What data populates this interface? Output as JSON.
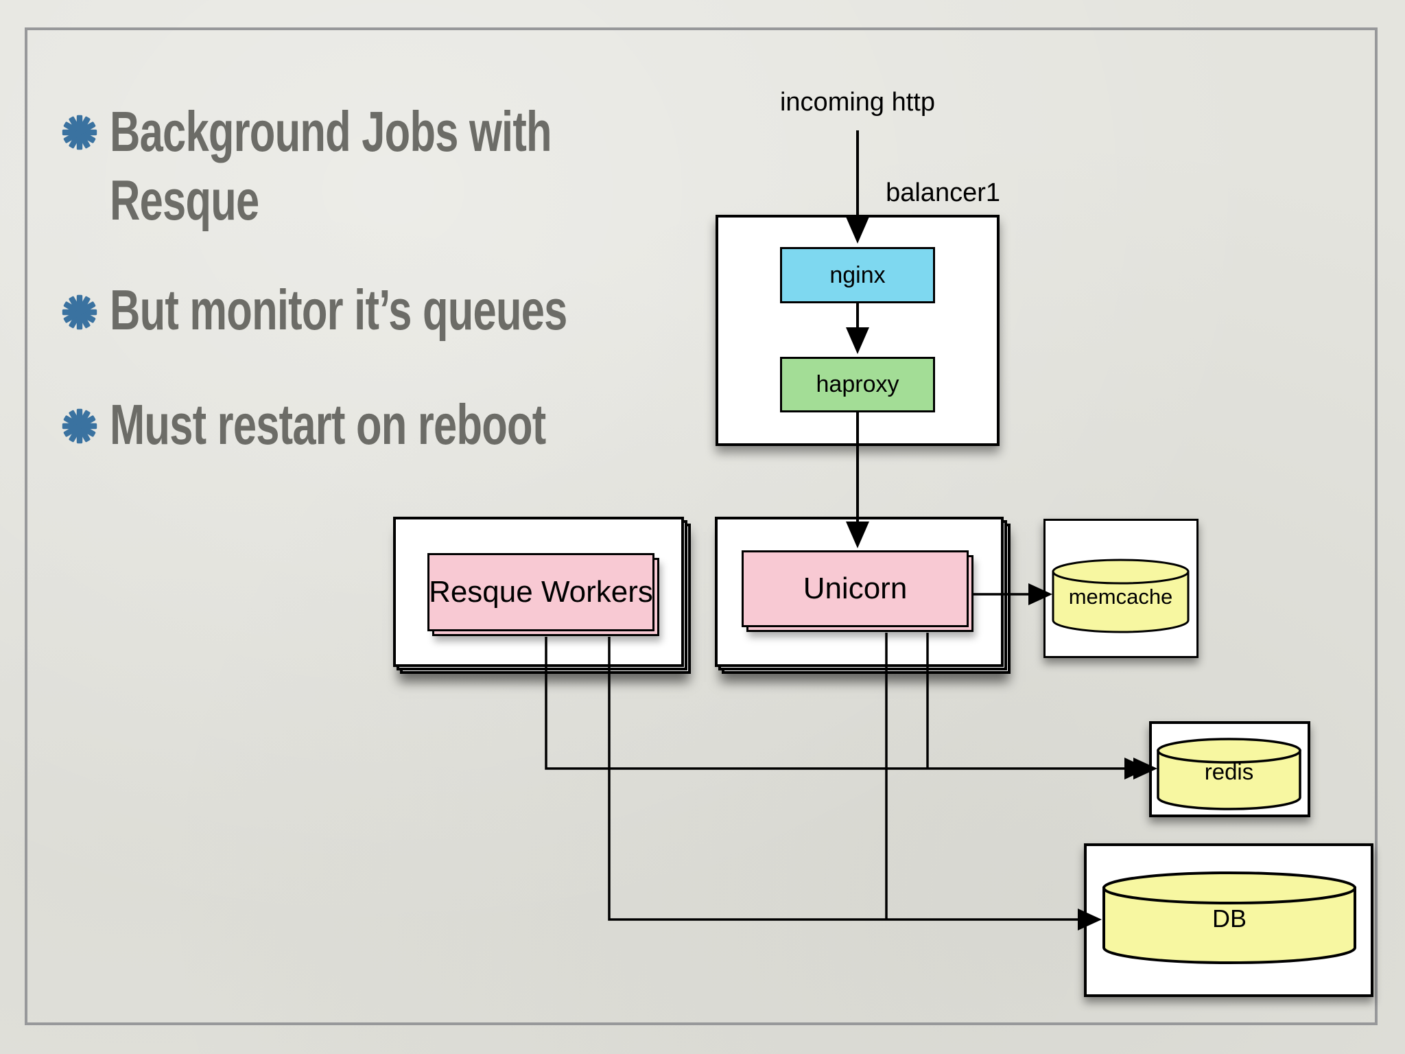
{
  "slide": {
    "bullets": [
      {
        "lines": [
          "Background Jobs with",
          "Resque"
        ]
      },
      {
        "lines": [
          "But monitor it’s queues"
        ]
      },
      {
        "lines": [
          "Must restart on reboot"
        ]
      }
    ]
  },
  "diagram": {
    "incoming_http": "incoming http",
    "balancer_label": "balancer1",
    "nginx": "nginx",
    "haproxy": "haproxy",
    "resque_workers": "Resque Workers",
    "unicorn": "Unicorn",
    "memcache": "memcache",
    "redis": "redis",
    "db": "DB"
  },
  "colors": {
    "paper": "#e4e4de",
    "frame": "#97989a",
    "bullet-text": "#6c6c67",
    "bullet-icon": "#3a72a0",
    "node-cyan": "#7ed8f0",
    "node-green": "#a3dd96",
    "node-pink": "#f8c9d3",
    "node-yellow": "#f7f7a1",
    "box-white": "#ffffff",
    "ink": "#000000"
  }
}
